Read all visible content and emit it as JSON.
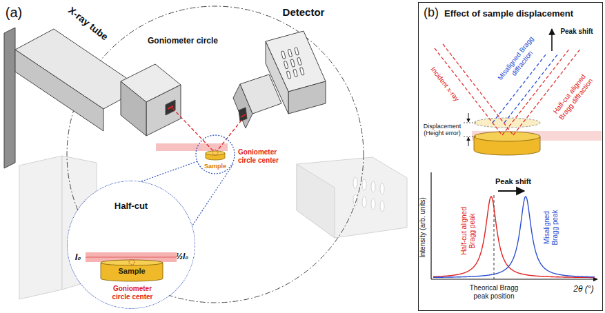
{
  "diagram": {
    "nodes": [
      {
        "text": [
          "Half-cut"
        ]
      },
      {
        "text": [
          "Sample"
        ],
        "in": 0
      },
      {
        "text": [
          "(b)",
          "Effect of sample displacement"
        ]
      }
    ],
    "labels": [
      "(a)",
      "X-ray tube",
      "Goniometer circle",
      "Detector",
      "Sample",
      "Goniometer circle center",
      "I₀",
      "½I₀",
      "Goniometer circle center",
      "Incident x-ray",
      "Misaligned Bragg diffraction",
      "Peak shift",
      "Half-cut aligned Bragg diffraction",
      "Displacement (Height error)",
      "Intensity (arb. units)",
      "Peak shift",
      "Half-cut aligned Bragg peak",
      "Misaligned Bragg peak",
      "Theorical Bragg peak position",
      "2θ (°)"
    ]
  }
}
